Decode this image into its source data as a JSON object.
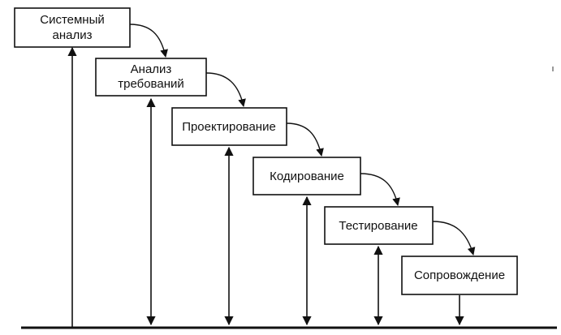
{
  "diagram": {
    "stages": [
      {
        "id": "system-analysis",
        "lines": [
          "Системный",
          "анализ"
        ]
      },
      {
        "id": "requirements-analysis",
        "lines": [
          "Анализ",
          "требований"
        ]
      },
      {
        "id": "design",
        "lines": [
          "Проектирование"
        ]
      },
      {
        "id": "coding",
        "lines": [
          "Кодирование"
        ]
      },
      {
        "id": "testing",
        "lines": [
          "Тестирование"
        ]
      },
      {
        "id": "maintenance",
        "lines": [
          "Сопровождение"
        ]
      }
    ]
  }
}
